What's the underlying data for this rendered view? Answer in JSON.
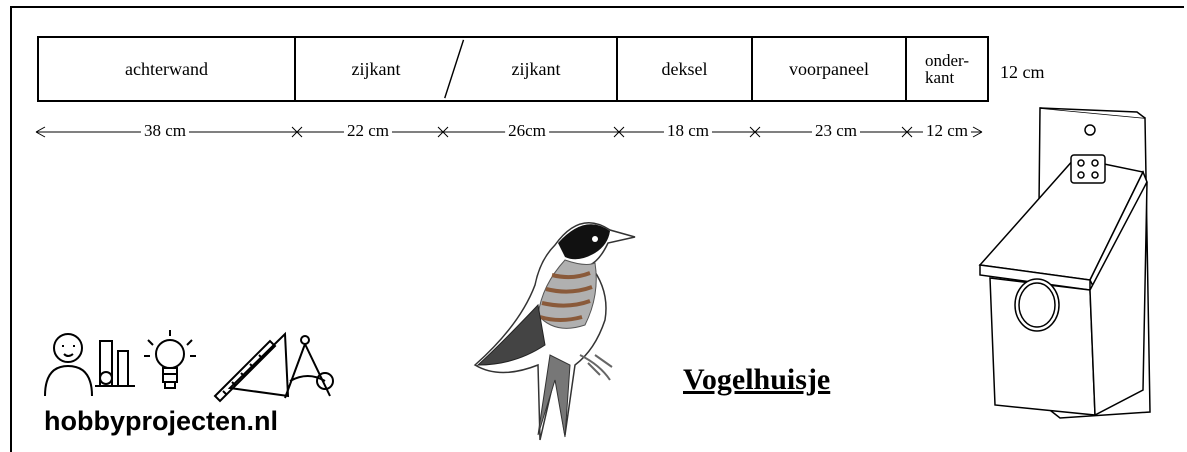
{
  "planks": [
    {
      "label": "achterwand"
    },
    {
      "label": "zijkant"
    },
    {
      "label": "zijkant"
    },
    {
      "label": "deksel"
    },
    {
      "label": "voorpaneel"
    },
    {
      "label_line1": "onder-",
      "label_line2": "kant"
    }
  ],
  "width_label": "12 cm",
  "dimensions": [
    "38 cm",
    "22 cm",
    "26cm",
    "18 cm",
    "23 cm",
    "12 cm"
  ],
  "title": "Vogelhuisje",
  "brand": "hobbyprojecten.nl",
  "icons": [
    "child-experiment-icon",
    "lightbulb-icon",
    "ruler-set-square-icon",
    "compass-icon",
    "bird-illustration",
    "birdhouse-illustration"
  ]
}
